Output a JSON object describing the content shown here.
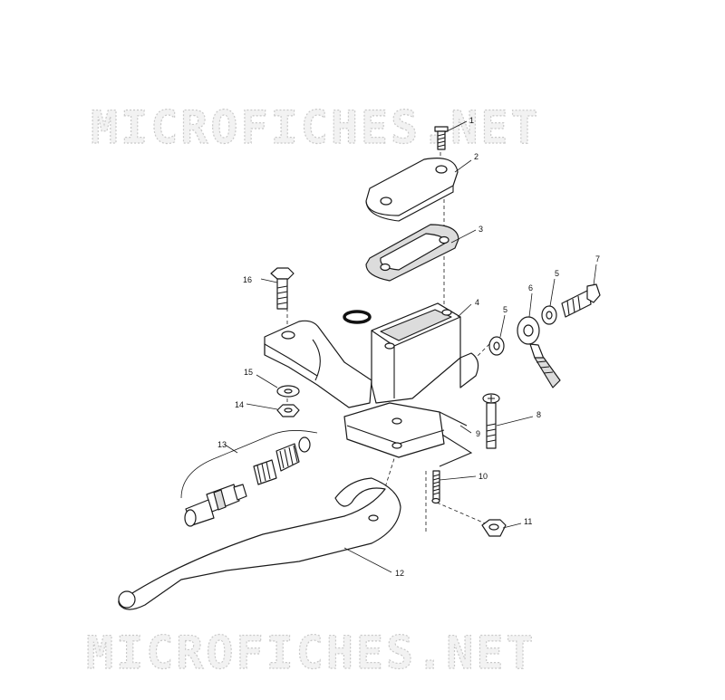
{
  "watermark": {
    "top": "MICROFICHES.NET",
    "bottom": "MICROFICHES.NET"
  },
  "callouts": [
    "1",
    "2",
    "3",
    "4",
    "5",
    "5",
    "6",
    "7",
    "8",
    "9",
    "10",
    "11",
    "12",
    "13",
    "14",
    "15",
    "16"
  ]
}
